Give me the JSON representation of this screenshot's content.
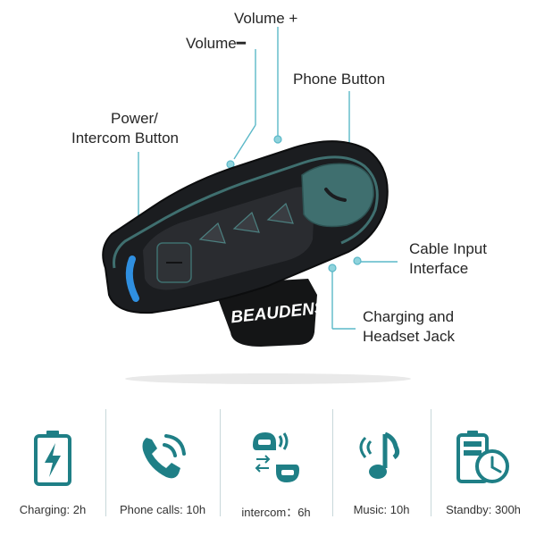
{
  "callouts": {
    "volume_plus": "Volume +",
    "volume_minus": "Volume",
    "phone_button": "Phone Button",
    "power_line1": "Power/",
    "power_line2": "Intercom Button",
    "cable_line1": "Cable Input",
    "cable_line2": "Interface",
    "charging_line1": "Charging and",
    "charging_line2": "Headset Jack"
  },
  "device": {
    "brand_text": "BEAUDENS",
    "body_color": "#1b1d20",
    "accent_color": "#3f6f6f",
    "led_color": "#2f8fe0"
  },
  "colors": {
    "teal": "#1f7f86",
    "callout_line": "#5bb8c8",
    "divider": "#c8d8da"
  },
  "features": [
    {
      "icon": "battery-charging-icon",
      "label": "Charging: 2h"
    },
    {
      "icon": "phone-call-icon",
      "label": "Phone calls: 10h"
    },
    {
      "icon": "intercom-helmets-icon",
      "label": "intercom：6h"
    },
    {
      "icon": "music-note-icon",
      "label": "Music: 10h"
    },
    {
      "icon": "battery-clock-standby-icon",
      "label": "Standby: 300h"
    }
  ]
}
